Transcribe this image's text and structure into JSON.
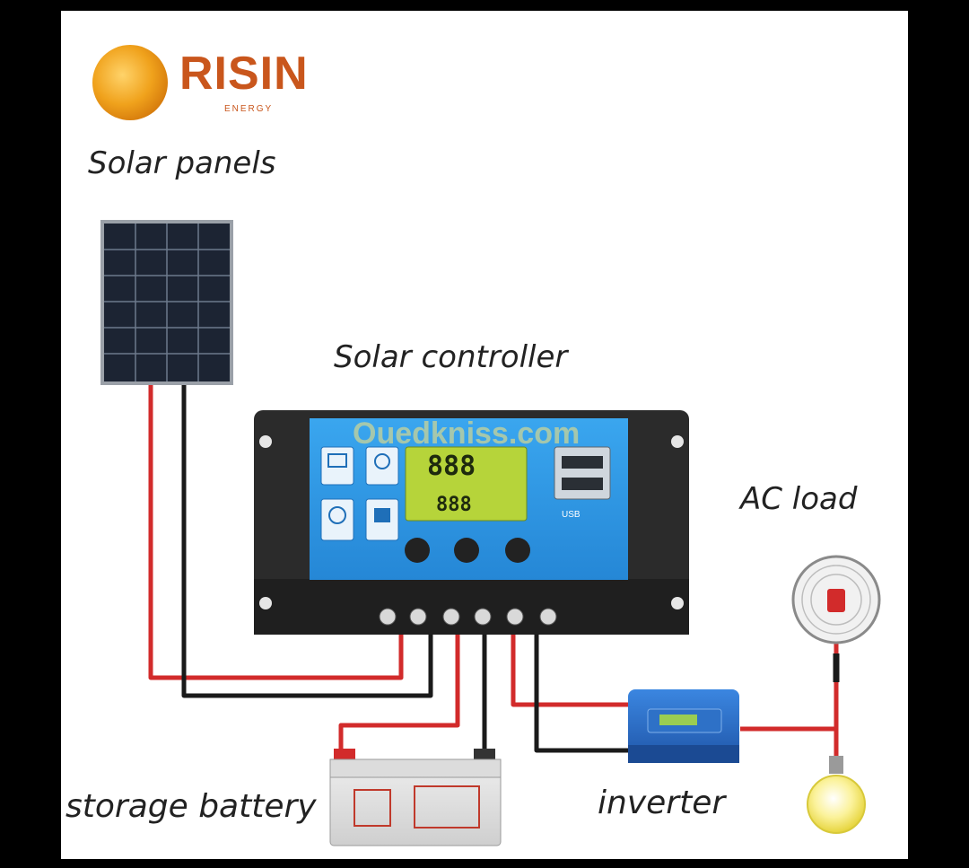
{
  "brand": {
    "name": "RISIN",
    "tagline": "ENERGY"
  },
  "labels": {
    "solar_panels": "Solar panels",
    "solar_controller": "Solar controller",
    "ac_load": "AC load",
    "storage_battery": "storage battery",
    "inverter": "inverter"
  },
  "controller": {
    "lcd_top": "888",
    "lcd_bottom": "888",
    "usb_label": "USB",
    "watermark": "Ouedkniss.com"
  },
  "colors": {
    "brand_orange": "#c9561c",
    "logo_sun": "#f0a21c",
    "controller_blue": "#2f95e0",
    "controller_body": "#2b2b2b",
    "lcd_green": "#b6d43a",
    "wire_red": "#d22b2b",
    "wire_black": "#1a1a1a",
    "inverter_blue": "#2a6cc4"
  }
}
